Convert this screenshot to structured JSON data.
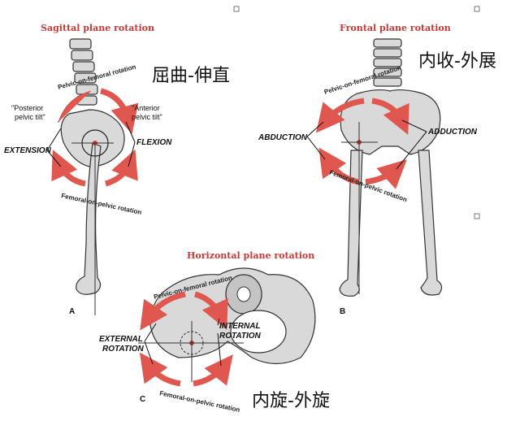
{
  "panels": {
    "sagittal": {
      "title": "Sagittal plane rotation",
      "posterior_tilt": [
        "\"Posterior",
        "pelvic tilt\""
      ],
      "anterior_tilt": [
        "\"Anterior",
        "pelvic tilt\""
      ],
      "extension": "EXTENSION",
      "flexion": "FLEXION",
      "pelvic_on_femoral": "Pelvic-on-femoral rotation",
      "femoral_on_pelvic": "Femoral-on-pelvic rotation",
      "letter": "A",
      "chinese_label": "屈曲-伸直"
    },
    "frontal": {
      "title": "Frontal plane rotation",
      "abduction": "ABDUCTION",
      "adduction": "ADDUCTION",
      "pelvic_on_femoral": "Pelvic-on-femoral rotation",
      "femoral_on_pelvic": "Femoral-on-pelvic rotation",
      "letter": "B",
      "chinese_label": "内收-外展"
    },
    "horizontal": {
      "title": "Horizontal plane rotation",
      "external_rotation": [
        "EXTERNAL",
        "ROTATION"
      ],
      "internal_rotation": [
        "INTERNAL",
        "ROTATION"
      ],
      "pelvic_on_femoral": "Pelvic-on-femoral rotation",
      "femoral_on_pelvic": "Femoral-on-pelvic rotation",
      "letter": "C",
      "chinese_label": "内旋-外旋"
    }
  },
  "colors": {
    "title_red": "#c43b35",
    "arrow_red": "#e0574f",
    "bone_fill": "#d9d9d9"
  }
}
